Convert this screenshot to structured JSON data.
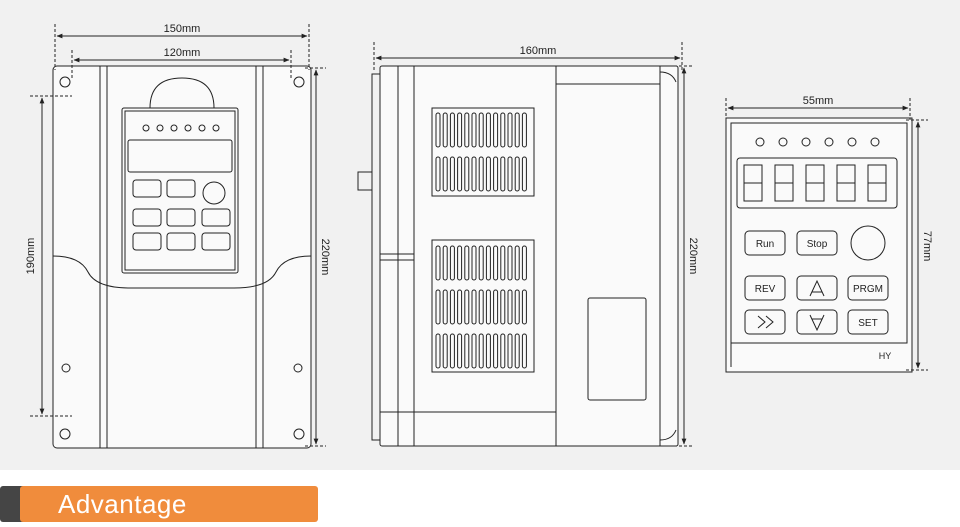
{
  "dimensions": {
    "front_outer_width": "150mm",
    "front_inner_width": "120mm",
    "front_inner_height": "190mm",
    "front_outer_height": "220mm",
    "side_depth": "160mm",
    "side_height": "220mm",
    "panel_width": "55mm",
    "panel_height": "77mm"
  },
  "keypad": {
    "run": "Run",
    "stop": "Stop",
    "rev": "REV",
    "prgm": "PRGM",
    "set": "SET",
    "brand": "HY"
  },
  "banner": {
    "title": "Advantage"
  },
  "colors": {
    "accent": "#f08c3c",
    "dark": "#454545",
    "background": "#f1f1f1",
    "line": "#222222"
  }
}
